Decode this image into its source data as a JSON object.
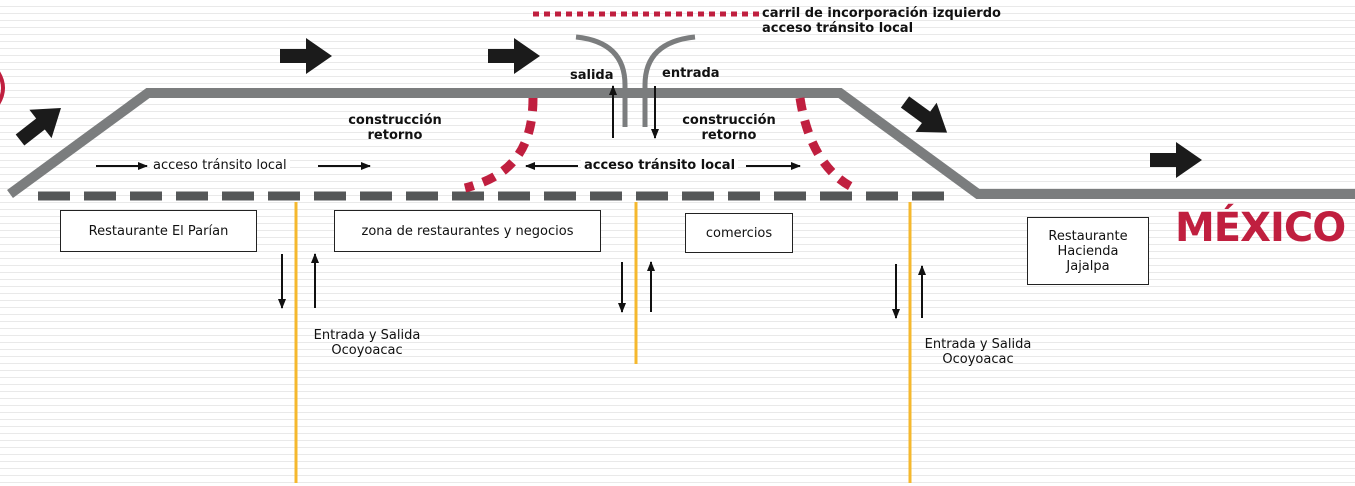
{
  "colors": {
    "road": "#7b7d7e",
    "lane_dash": "#555758",
    "incorporation_lane": "#c01f3f",
    "local_road": "#f5b82e",
    "arrow": "#1b1b1b",
    "city": "#c01f3f"
  },
  "labels": {
    "incorporation_line1": "carril de incorporación izquierdo",
    "incorporation_line2": "acceso tránsito local",
    "salida": "salida",
    "entrada": "entrada",
    "construction_left_line1": "construcción",
    "construction_left_line2": "retorno",
    "construction_right_line1": "construcción",
    "construction_right_line2": "retorno",
    "local_access_left": "acceso tránsito local",
    "local_access_center": "acceso tránsito local",
    "exit_left_line1": "Entrada y Salida",
    "exit_left_line2": "Ocoyoacac",
    "exit_right_line1": "Entrada y Salida",
    "exit_right_line2": "Ocoyoacac"
  },
  "places": {
    "parian": "Restaurante El Parían",
    "zona": "zona de restaurantes y negocios",
    "comercios": "comercios",
    "hacienda_line1": "Restaurante",
    "hacienda_line2": "Hacienda",
    "hacienda_line3": "Jajalpa"
  },
  "city": "MÉXICO",
  "icons": {
    "direction_arrows": "thick-arrow-icon",
    "lane_arrows": "thin-arrow-icon"
  }
}
